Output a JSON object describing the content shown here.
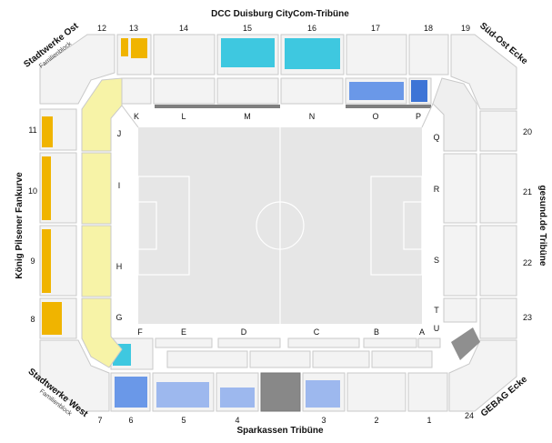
{
  "tribunes": {
    "north": "DCC Duisburg CityCom-Tribüne",
    "south": "Sparkassen Tribüne",
    "west": "König Pilsener Fankurve",
    "east": "gesund.de Tribüne",
    "corner_nw": "Stadtwerke Ost",
    "corner_nw_sub": "Familienblock",
    "corner_ne": "Süd-Ost Ecke",
    "corner_sw": "Stadtwerke West",
    "corner_sw_sub": "Familienblock",
    "corner_se": "GEBAG Ecke"
  },
  "blocks_top": [
    "13",
    "14",
    "15",
    "16",
    "17",
    "18"
  ],
  "blocks_bottom": [
    "6",
    "5",
    "4",
    "3",
    "2",
    "1"
  ],
  "blocks_left": [
    "11",
    "10",
    "9",
    "8"
  ],
  "blocks_right": [
    "20",
    "21",
    "22",
    "23"
  ],
  "corner_numbers": {
    "nw": "12",
    "ne": "19",
    "sw": "7",
    "se": "24"
  },
  "inner_top": [
    "K",
    "L",
    "M",
    "N",
    "O",
    "P"
  ],
  "inner_bottom": [
    "F",
    "E",
    "D",
    "C",
    "B",
    "A"
  ],
  "inner_left": [
    "J",
    "I",
    "H",
    "G"
  ],
  "inner_right": [
    "Q",
    "R",
    "S",
    "T",
    "U"
  ],
  "colors": {
    "yellow_block": "#f7f3a7",
    "seat_yellow": "#f0b400",
    "seat_cyan": "#3ec8e0",
    "seat_blue": "#6a98e8",
    "pitch": "#e6e6e6",
    "stand": "#f3f3f3",
    "closed": "#888888"
  }
}
